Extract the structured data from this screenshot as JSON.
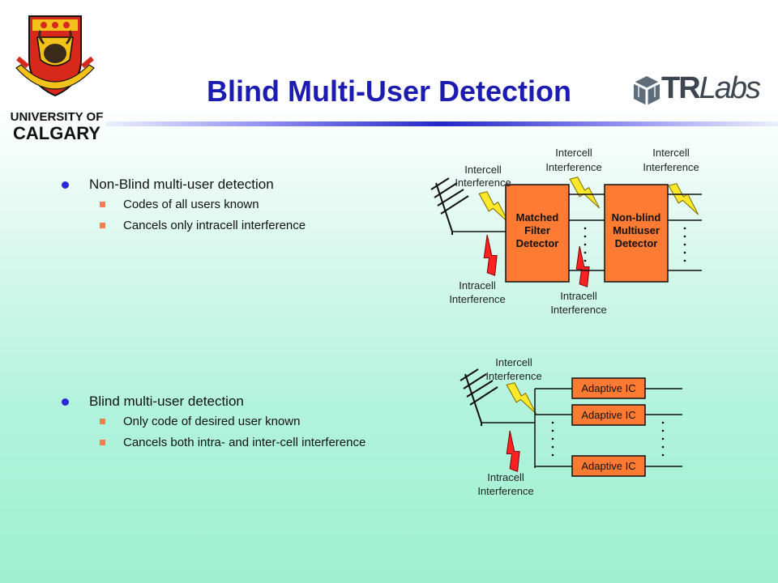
{
  "title": "Blind Multi-User Detection",
  "uofc_logo": {
    "line1": "UNIVERSITY OF",
    "line2": "CALGARY"
  },
  "tr_logo": {
    "tr": "TR",
    "labs": "Labs"
  },
  "section1": {
    "heading": "Non-Blind multi-user detection",
    "items": [
      "Codes of all users known",
      "Cancels only intracell interference"
    ]
  },
  "section2": {
    "heading": "Blind multi-user detection",
    "items": [
      "Only code of desired user known",
      "Cancels both intra- and inter-cell interference"
    ]
  },
  "diagram1": {
    "intercell_a": [
      "Intercell",
      "Interference"
    ],
    "intercell_b": [
      "Intercell",
      "Interference"
    ],
    "intercell_c": [
      "Intercell",
      "Interference"
    ],
    "intracell_a": [
      "Intracell",
      "Interference"
    ],
    "intracell_b": [
      "Intracell",
      "Interference"
    ],
    "matched": [
      "Matched",
      "Filter",
      "Detector"
    ],
    "nonblind": [
      "Non-blind",
      "Multiuser",
      "Detector"
    ]
  },
  "diagram2": {
    "intercell": [
      "Intercell",
      "Interference"
    ],
    "intracell": [
      "Intracell",
      "Interference"
    ],
    "ic_boxes": [
      "Adaptive IC",
      "Adaptive IC",
      "Adaptive IC"
    ]
  },
  "colors": {
    "title": "#1c1cb0",
    "box_fill": "#ff7a33",
    "bolt_yellow": "#ffe82a",
    "bolt_red": "#ff2222",
    "bullet": "#2b2bd6",
    "sub_bullet": "#ff7a4e"
  }
}
